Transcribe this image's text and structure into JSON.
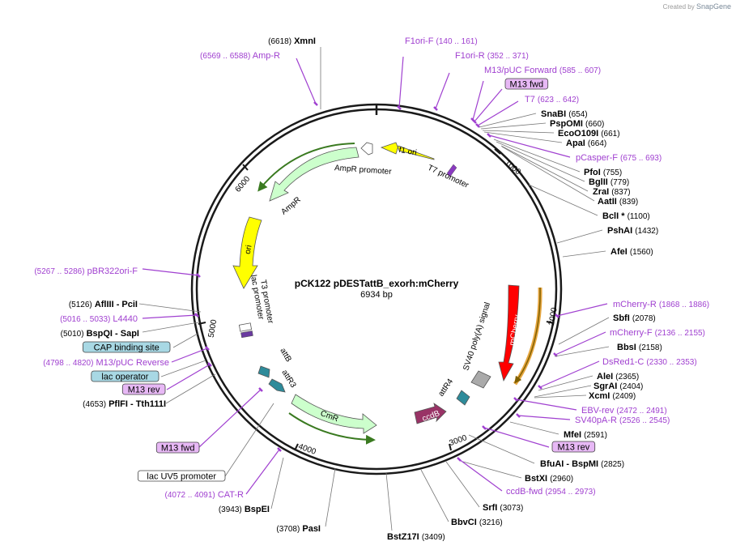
{
  "credit": {
    "prefix": "Created by",
    "brand": "SnapGene"
  },
  "plasmid": {
    "name": "pCK122 pDESTattB_exorh:mCherry",
    "length": "6934 bp"
  },
  "colors": {
    "feature_label": "#a040d0",
    "enzyme": "#000000",
    "ring": "#1a1a1a"
  },
  "ticks": [
    "1000",
    "2000",
    "3000",
    "4000",
    "5000",
    "6000"
  ],
  "features": [
    {
      "name": "f1 ori",
      "color": "#ffff00"
    },
    {
      "name": "AmpR promoter",
      "color": "#ffffff"
    },
    {
      "name": "AmpR",
      "color": "#ccffcc"
    },
    {
      "name": "ori",
      "color": "#ffff00"
    },
    {
      "name": "T7 promoter",
      "color": "#ffffff"
    },
    {
      "name": "T3 promoter",
      "color": "#ffffff"
    },
    {
      "name": "lac promoter",
      "color": "#ffffff"
    },
    {
      "name": "mCherry",
      "color": "#ff0000"
    },
    {
      "name": "SV40 poly(A) signal",
      "color": "#aaaaaa"
    },
    {
      "name": "attR4",
      "color": "#2e8b9a"
    },
    {
      "name": "ccdB",
      "color": "#993366"
    },
    {
      "name": "CmR",
      "color": "#ccffcc"
    },
    {
      "name": "attR3",
      "color": "#2e8b9a"
    },
    {
      "name": "attB",
      "color": "#2e8b9a"
    }
  ],
  "right_labels": [
    {
      "name": "F1ori-F",
      "range": "(140 .. 161)",
      "type": "primer"
    },
    {
      "name": "F1ori-R",
      "range": "(352 .. 371)",
      "type": "primer"
    },
    {
      "name": "M13/pUC Forward",
      "range": "(585 .. 607)",
      "type": "primer"
    },
    {
      "name": "M13 fwd",
      "type": "boxed-primer"
    },
    {
      "name": "T7",
      "range": "(623 .. 642)",
      "type": "primer"
    },
    {
      "name": "SnaBI",
      "pos": "(654)",
      "type": "enzyme"
    },
    {
      "name": "PspOMI",
      "pos": "(660)",
      "type": "enzyme"
    },
    {
      "name": "EcoO109I",
      "pos": "(661)",
      "type": "enzyme"
    },
    {
      "name": "ApaI",
      "pos": "(664)",
      "type": "enzyme"
    },
    {
      "name": "pCasper-F",
      "range": "(675 .. 693)",
      "type": "primer"
    },
    {
      "name": "PfoI",
      "pos": "(755)",
      "type": "enzyme"
    },
    {
      "name": "BglII",
      "pos": "(779)",
      "type": "enzyme"
    },
    {
      "name": "ZraI",
      "pos": "(837)",
      "type": "enzyme"
    },
    {
      "name": "AatII",
      "pos": "(839)",
      "type": "enzyme"
    },
    {
      "name": "BclI *",
      "pos": "(1100)",
      "type": "enzyme"
    },
    {
      "name": "PshAI",
      "pos": "(1432)",
      "type": "enzyme"
    },
    {
      "name": "AfeI",
      "pos": "(1560)",
      "type": "enzyme"
    },
    {
      "name": "mCherry-R",
      "range": "(1868 .. 1886)",
      "type": "primer"
    },
    {
      "name": "SbfI",
      "pos": "(2078)",
      "type": "enzyme"
    },
    {
      "name": "mCherry-F",
      "range": "(2136 .. 2155)",
      "type": "primer"
    },
    {
      "name": "BbsI",
      "pos": "(2158)",
      "type": "enzyme"
    },
    {
      "name": "DsRed1-C",
      "range": "(2330 .. 2353)",
      "type": "primer"
    },
    {
      "name": "AleI",
      "pos": "(2365)",
      "type": "enzyme"
    },
    {
      "name": "SgrAI",
      "pos": "(2404)",
      "type": "enzyme"
    },
    {
      "name": "XcmI",
      "pos": "(2409)",
      "type": "enzyme"
    },
    {
      "name": "EBV-rev",
      "range": "(2472 .. 2491)",
      "type": "primer"
    },
    {
      "name": "SV40pA-R",
      "range": "(2526 .. 2545)",
      "type": "primer"
    },
    {
      "name": "MfeI",
      "pos": "(2591)",
      "type": "enzyme"
    },
    {
      "name": "M13 rev",
      "type": "boxed-primer"
    },
    {
      "name": "BfuAI - BspMI",
      "pos": "(2825)",
      "type": "enzyme"
    },
    {
      "name": "BstXI",
      "pos": "(2960)",
      "type": "enzyme"
    },
    {
      "name": "ccdB-fwd",
      "range": "(2954 .. 2973)",
      "type": "primer"
    },
    {
      "name": "SrfI",
      "pos": "(3073)",
      "type": "enzyme"
    },
    {
      "name": "BbvCI",
      "pos": "(3216)",
      "type": "enzyme"
    },
    {
      "name": "BstZ17I",
      "pos": "(3409)",
      "type": "enzyme"
    }
  ],
  "left_labels": [
    {
      "name": "XmnI",
      "pos": "(6618)",
      "type": "enzyme"
    },
    {
      "name": "Amp-R",
      "range": "(6569 .. 6588)",
      "type": "primer"
    },
    {
      "name": "pBR322ori-F",
      "range": "(5267 .. 5286)",
      "type": "primer"
    },
    {
      "name": "AflIII - PciI",
      "pos": "(5126)",
      "type": "enzyme"
    },
    {
      "name": "L4440",
      "range": "(5016 .. 5033)",
      "type": "primer"
    },
    {
      "name": "BspQI - SapI",
      "pos": "(5010)",
      "type": "enzyme"
    },
    {
      "name": "CAP binding site",
      "type": "boxed-feature"
    },
    {
      "name": "M13/pUC Reverse",
      "range": "(4798 .. 4820)",
      "type": "primer"
    },
    {
      "name": "lac operator",
      "type": "boxed-feature"
    },
    {
      "name": "M13 rev",
      "type": "boxed-primer"
    },
    {
      "name": "PflFI - Tth111I",
      "pos": "(4653)",
      "type": "enzyme"
    },
    {
      "name": "M13 fwd",
      "type": "boxed-primer"
    },
    {
      "name": "lac UV5 promoter",
      "type": "boxed-white"
    },
    {
      "name": "CAT-R",
      "range": "(4072 .. 4091)",
      "type": "primer"
    },
    {
      "name": "BspEI",
      "pos": "(3943)",
      "type": "enzyme"
    },
    {
      "name": "PasI",
      "pos": "(3708)",
      "type": "enzyme"
    }
  ]
}
